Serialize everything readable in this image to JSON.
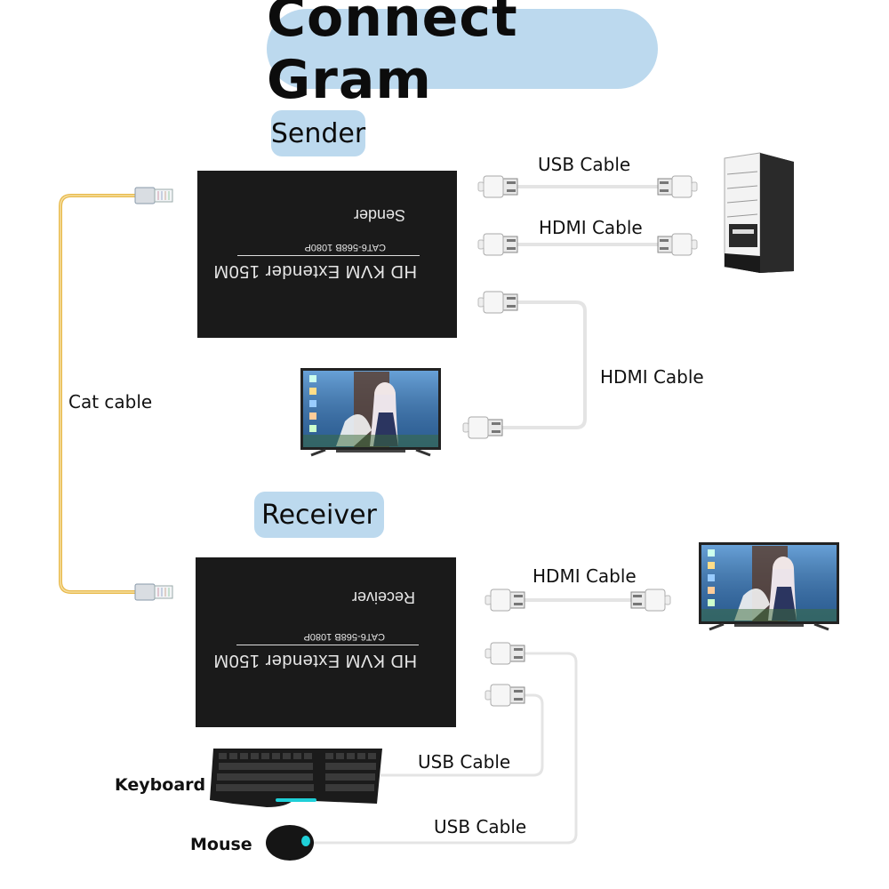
{
  "title": "Connect Gram",
  "sections": {
    "sender": "Sender",
    "receiver": "Receiver"
  },
  "sender_device": {
    "name": "Sender",
    "model": "HD KVM Extender 150M",
    "spec": "CAT6-568B 1080P"
  },
  "receiver_device": {
    "name": "Receiver",
    "model": "HD KVM Extender 150M",
    "spec": "CAT6-568B 1080P"
  },
  "labels": {
    "cat_cable": "Cat cable",
    "sender_usb": "USB Cable",
    "sender_hdmi_pc": "HDMI Cable",
    "sender_hdmi_monitor": "HDMI Cable",
    "receiver_hdmi": "HDMI Cable",
    "receiver_usb_keyboard": "USB Cable",
    "receiver_usb_mouse": "USB Cable",
    "keyboard": "Keyboard",
    "mouse": "Mouse"
  },
  "colors": {
    "pill": "#bcd9ee",
    "device_body": "#1a1a1a",
    "cat_cable": "#e8b94a",
    "usb_cable": "#e4e4e4",
    "accent": "#1fd0d8"
  }
}
